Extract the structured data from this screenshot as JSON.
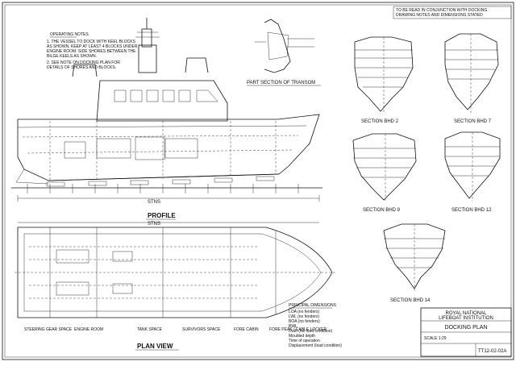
{
  "notes": {
    "heading": "OPERATING NOTES",
    "lines": [
      "1. THE VESSEL TO DOCK WITH KEEL BLOCKS",
      "AS SHOWN. KEEP AT LEAST 4 BLOCKS UNDER",
      "ENGINE ROOM. SIDE SHORES BETWEEN THE",
      "BILGE KEELS AS SHOWN.",
      "2. SEE NOTE ON DOCKING PLAN FOR",
      "DETAILS OF SHORES AND BLOCKS."
    ]
  },
  "top_right_note": [
    "TO BE READ IN CONJUNCTION WITH DOCKING",
    "DRAWING NOTES AND DIMENSIONS STATED"
  ],
  "views": {
    "profile": "PROFILE",
    "plan_view": "PLAN VIEW",
    "transom": "PART SECTION OF TRANSOM",
    "sections": [
      "SECTION BHD 2",
      "SECTION BHD 7",
      "SECTION BHD 9",
      "SECTION BHD 12",
      "SECTION BHD 14"
    ],
    "stations_label": "STNS",
    "plan_stations_label": "STNS"
  },
  "spaces": [
    "STEERING GEAR SPACE",
    "ENGINE ROOM",
    "TANK SPACE",
    "SURVIVORS SPACE",
    "FORE CABIN",
    "FORE PEAK / CABLE LOCKER"
  ],
  "principal": {
    "heading": "PRINCIPAL DIMENSIONS",
    "rows": [
      "LOA (no fenders)",
      "LWL (no fenders)",
      "BOA (no fenders)",
      "BWL",
      "Draft (full load condition)",
      "Moulded depth",
      "Time of operation",
      "Displacement (load condition)"
    ]
  },
  "title_block": {
    "org_line1": "ROYAL NATIONAL",
    "org_line2": "LIFEBOAT INSTITUTION",
    "drawing_title": "DOCKING PLAN",
    "drawing_number": "TT12-02-02A",
    "scale": "SCALE 1:25"
  }
}
